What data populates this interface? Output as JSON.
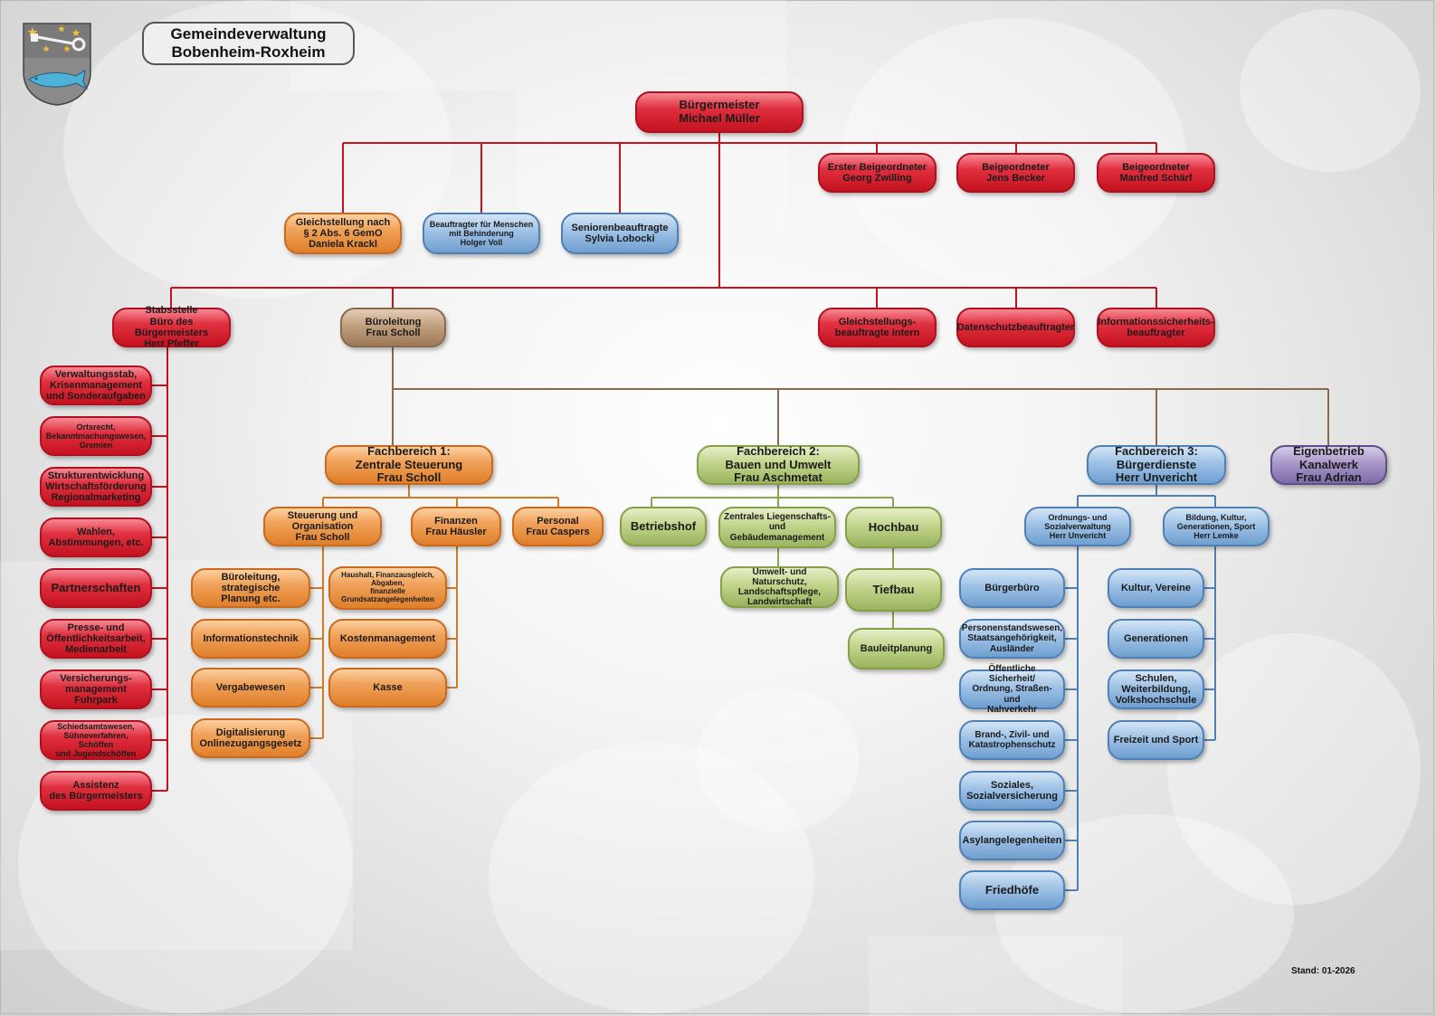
{
  "header": {
    "title_line1": "Gemeindeverwaltung",
    "title_line2": "Bobenheim-Roxheim",
    "stand": "Stand: 01-2026"
  },
  "crest": {
    "icon": "municipal-crest-icon",
    "colors": {
      "shield": "#8a8a8a",
      "keys": "#e0e0e0",
      "fish": "#4fb0d8",
      "stars": "#f2c230"
    }
  },
  "colors": {
    "leadership": "#c4121f",
    "central": "#e07f2a",
    "building": "#9bb45f",
    "citizen": "#6f9fd0",
    "office": "#9d7a59",
    "operation": "#7d6ba8",
    "line_red": "#c4121f",
    "line_brown": "#8a6a4c"
  },
  "nodes": {
    "mayor": "Bürgermeister\nMichael Müller",
    "beig1": "Erster Beigeordneter\nGeorg Zwilling",
    "beig2": "Beigeordneter\nJens Becker",
    "beig3": "Beigeordneter\nManfred Schärf",
    "gleich": "Gleichstellung nach\n§ 2 Abs. 6 GemO\nDaniela Krackl",
    "behind": "Beauftragter für Menschen\nmit Behinderung\nHolger Voll",
    "senior": "Seniorenbeauftragte\nSylvia Lobocki",
    "stab": "Stabsstelle\nBüro des Bürgermeisters\nHerr Pfeffer",
    "bueroltg": "Büroleitung\nFrau Scholl",
    "gleich_int": "Gleichstellungs-\nbeauftragte intern",
    "daten": "Datenschutzbeauftragter",
    "infosich": "Informationssicherheits-\nbeauftragter",
    "stab1": "Verwaltungsstab,\nKrisenmanagement\nund Sonderaufgaben",
    "stab2": "Ortsrecht,\nBekanntmachungswesen,\nGremien",
    "stab3": "Strukturentwicklung\nWirtschaftsförderung\nRegionalmarketing",
    "stab4": "Wahlen,\nAbstimmungen, etc.",
    "stab5": "Partnerschaften",
    "stab6": "Presse- und\nÖffentlichkeitsarbeit,\nMedienarbeit",
    "stab7": "Versicherungs-\nmanagement\nFuhrpark",
    "stab8": "Schiedsamtswesen,\nSühneverfahren, Schöffen\nund Jugendschöffen",
    "stab9": "Assistenz\ndes Bürgermeisters",
    "fb1": "Fachbereich 1:\nZentrale Steuerung\nFrau Scholl",
    "fb2": "Fachbereich 2:\nBauen und Umwelt\nFrau Aschmetat",
    "fb3": "Fachbereich 3:\nBürgerdienste\nHerr Unvericht",
    "eigen": "Eigenbetrieb\nKanalwerk\nFrau Adrian",
    "steuer": "Steuerung und\nOrganisation\nFrau Scholl",
    "finanz": "Finanzen\nFrau Häusler",
    "personal": "Personal\nFrau Caspers",
    "buero_strat": "Büroleitung, strategische\nPlanung etc.",
    "it": "Informationstechnik",
    "vergabe": "Vergabewesen",
    "digital": "Digitalisierung\nOnlinezugangsgesetz",
    "haushalt": "Haushalt, Finanzausgleich,\nAbgaben,\nfinanzielle\nGrundsatzangelegenheiten",
    "kosten": "Kostenmanagement",
    "kasse": "Kasse",
    "betriebshof": "Betriebshof",
    "liegensch": "Zentrales Liegenschafts-\nund Gebäudemanagement",
    "hochbau": "Hochbau",
    "umwelt": "Umwelt- und Naturschutz,\nLandschaftspflege,\nLandwirtschaft",
    "tiefbau": "Tiefbau",
    "bauleit": "Bauleitplanung",
    "ordnung": "Ordnungs- und\nSozialverwaltung\nHerr Unvericht",
    "bildung": "Bildung, Kultur,\nGenerationen, Sport\nHerr Lemke",
    "buergerbuero": "Bürgerbüro",
    "personenstand": "Personenstandswesen,\nStaatsangehörigkeit,\nAusländer",
    "sicherheit": "Öffentliche Sicherheit/\nOrdnung, Straßen- und\nNahverkehr",
    "brand": "Brand-, Zivil- und\nKatastrophenschutz",
    "soziales": "Soziales,\nSozialversicherung",
    "asyl": "Asylangelegenheiten",
    "friedhoefe": "Friedhöfe",
    "kultur": "Kultur, Vereine",
    "generationen": "Generationen",
    "schulen": "Schulen,\nWeiterbildung,\nVolkshochschule",
    "freizeit": "Freizeit und Sport"
  }
}
